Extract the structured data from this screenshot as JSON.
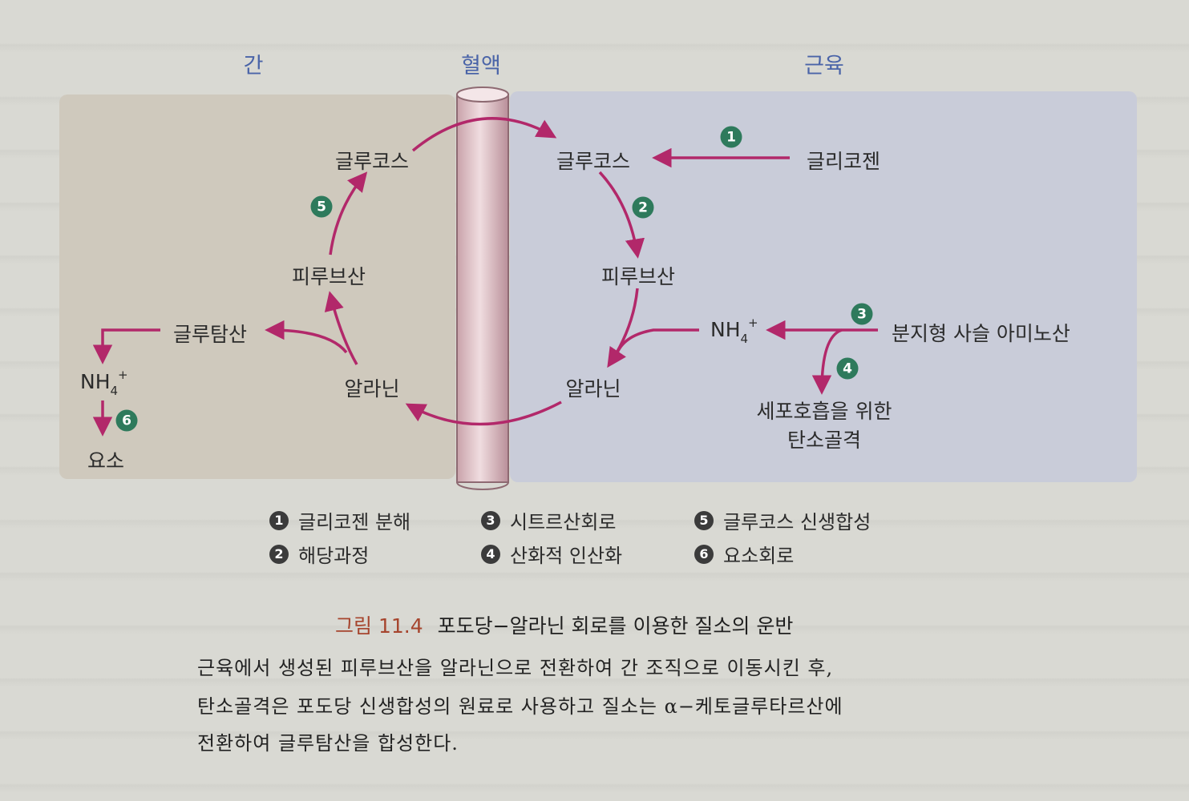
{
  "regions": {
    "liver": "간",
    "blood": "혈액",
    "muscle": "근육"
  },
  "liver": {
    "glucose": "글루코스",
    "pyruvate": "피루브산",
    "glutamate": "글루탐산",
    "alanine": "알라닌",
    "ammonium_base": "NH",
    "ammonium_sub": "4",
    "ammonium_sup": "+",
    "urea": "요소"
  },
  "muscle": {
    "glucose": "글루코스",
    "glycogen": "글리코젠",
    "pyruvate": "피루브산",
    "ammonium_base": "NH",
    "ammonium_sub": "4",
    "ammonium_sup": "+",
    "bcaa": "분지형 사슬 아미노산",
    "alanine": "알라닌",
    "carbon_skeleton_line1": "세포호흡을 위한",
    "carbon_skeleton_line2": "탄소골격"
  },
  "badges": {
    "b1": "1",
    "b2": "2",
    "b3": "3",
    "b4": "4",
    "b5": "5",
    "b6": "6"
  },
  "legend": [
    {
      "num": "1",
      "label": "글리코젠 분해"
    },
    {
      "num": "2",
      "label": "해당과정"
    },
    {
      "num": "3",
      "label": "시트르산회로"
    },
    {
      "num": "4",
      "label": "산화적 인산화"
    },
    {
      "num": "5",
      "label": "글루코스 신생합성"
    },
    {
      "num": "6",
      "label": "요소회로"
    }
  ],
  "caption": {
    "figure_label": "그림 11.4",
    "title": "포도당−알라닌 회로를 이용한 질소의 운반"
  },
  "body_text": [
    "근육에서 생성된 피루브산을 알라닌으로 전환하여 간 조직으로 이동시킨 후,",
    "탄소골격은 포도당 신생합성의 원료로 사용하고 질소는 α−케토글루타르산에",
    "전환하여 글루탐산을 합성한다."
  ],
  "colors": {
    "arrow": "#b2286a",
    "badge": "#2e7a5c",
    "liver_panel": "#cfc9bd",
    "muscle_panel": "#c9ccd9",
    "region_label": "#4a64a8",
    "figure_label": "#a6452e"
  }
}
